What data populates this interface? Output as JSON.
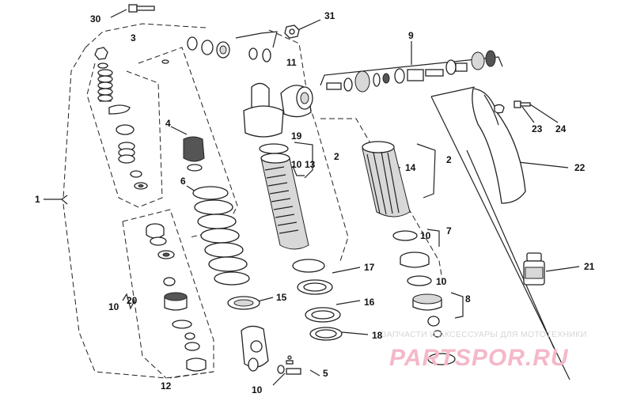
{
  "callouts": {
    "c30": "30",
    "c3": "3",
    "c31": "31",
    "c9": "9",
    "c11": "11",
    "c4": "4",
    "c19": "19",
    "c1": "1",
    "c6": "6",
    "c10a": "10",
    "c13": "13",
    "c2a": "2",
    "c14": "14",
    "c2b": "2",
    "c22": "22",
    "c23": "23",
    "c24": "24",
    "c10b": "10",
    "c7": "7",
    "c21": "21",
    "c17": "17",
    "c20": "20",
    "c10c": "10",
    "c15": "15",
    "c10d": "10",
    "c8": "8",
    "c16": "16",
    "c18": "18",
    "c12": "12",
    "c5": "5",
    "c10e": "10"
  },
  "watermark": {
    "subtitle": "ЗАПЧАСТИ И АКСЕССУАРЫ ДЛЯ МОТОТЕХНИКИ",
    "brand": "PARTSPOR.RU"
  }
}
